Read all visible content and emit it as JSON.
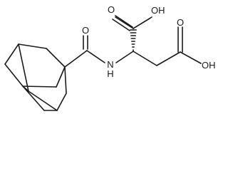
{
  "molecule": {
    "atoms": {
      "carbonyl_o": "O",
      "amide_n": "N",
      "amide_h": "H",
      "acid1_o": "O",
      "acid1_oh": "OH",
      "acid2_o": "O",
      "acid2_oh": "OH"
    }
  }
}
